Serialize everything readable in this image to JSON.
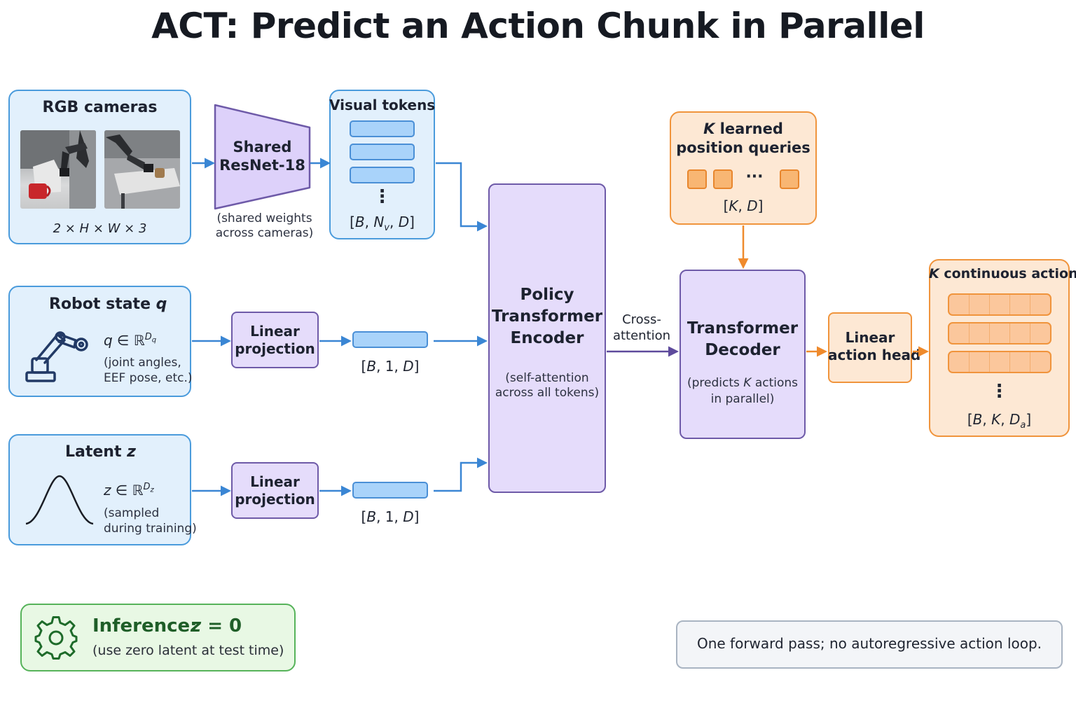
{
  "title": "ACT: Predict an Action Chunk in Parallel",
  "rgb": {
    "title": "RGB cameras",
    "shape": "2 × H × W × 3"
  },
  "resnet": {
    "line1": "Shared",
    "line2": "ResNet-18",
    "note1": "(shared weights",
    "note2": "across cameras)"
  },
  "visual_tokens": {
    "title": "Visual tokens",
    "dots": "⋮",
    "shape": "[B, Nv, D]"
  },
  "robot_state": {
    "title": "Robot state q",
    "formula": "q ∈ ℝ^Dq",
    "note1": "(joint angles,",
    "note2": "EEF pose, etc.)"
  },
  "latent": {
    "title": "Latent z",
    "formula": "z ∈ ℝ^Dz",
    "note1": "(sampled",
    "note2": "during training)"
  },
  "linear_proj_1": {
    "line1": "Linear",
    "line2": "projection",
    "shape": "[B, 1, D]"
  },
  "linear_proj_2": {
    "line1": "Linear",
    "line2": "projection",
    "shape": "[B, 1, D]"
  },
  "encoder": {
    "line1": "Policy",
    "line2": "Transformer",
    "line3": "Encoder",
    "note1": "(self-attention",
    "note2": "across all tokens)"
  },
  "cross_attention": {
    "line1": "Cross-",
    "line2": "attention"
  },
  "queries": {
    "title1": "K learned",
    "title2": "position queries",
    "dots": "···",
    "shape": "[K, D]"
  },
  "decoder": {
    "line1": "Transformer",
    "line2": "Decoder",
    "note1": "(predicts K actions",
    "note2": "in parallel)"
  },
  "action_head": {
    "line1": "Linear",
    "line2": "action head"
  },
  "actions": {
    "title": "K continuous actions",
    "dots": "⋮",
    "shape": "[B, K, Da]"
  },
  "inference": {
    "title": "Inference:",
    "formula": "z = 0",
    "note": "(use zero latent at test time)"
  },
  "footer_note": "One forward pass; no autoregressive action loop.",
  "colors": {
    "blue": "#4a9bdc",
    "purple": "#6e5aa8",
    "orange": "#f0943c",
    "green": "#56b35a"
  },
  "icons": [
    "camera-photo",
    "robot-arm-icon",
    "gaussian-curve-icon",
    "gear-icon"
  ]
}
